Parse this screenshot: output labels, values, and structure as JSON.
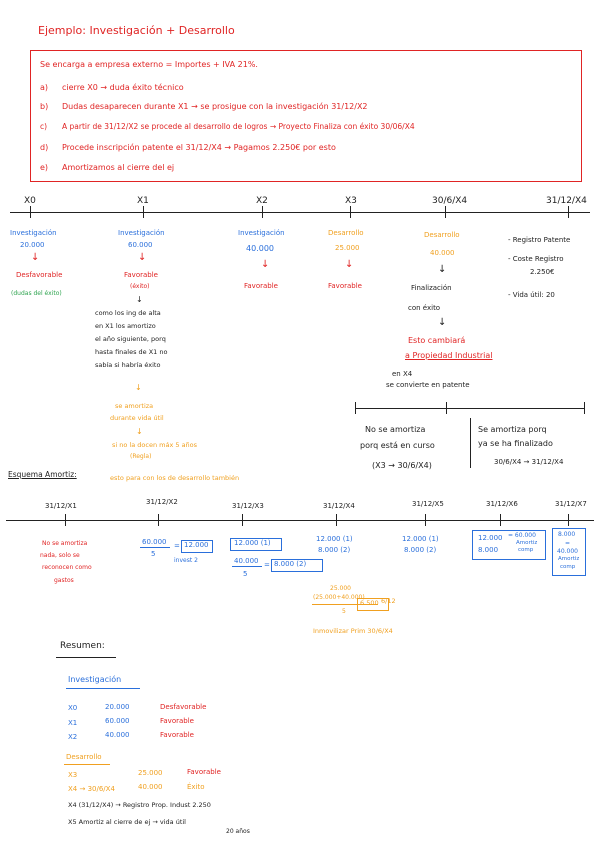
{
  "title": "Ejemplo: Investigación + Desarrollo",
  "intro": {
    "header": "Se encarga a empresa externo = Importes + IVA 21%.",
    "items": [
      {
        "label": "a)",
        "text": "cierre X0 → duda éxito técnico"
      },
      {
        "label": "b)",
        "text": "Dudas desaparecen durante X1 → se prosigue con la investigación 31/12/X2"
      },
      {
        "label": "c)",
        "text": "A partir de 31/12/X2 se procede al desarrollo de logros → Proyecto Finaliza con éxito 30/06/X4"
      },
      {
        "label": "d)",
        "text": "Procede inscripción patente el 31/12/X4 → Pagamos 2.250€ por esto"
      },
      {
        "label": "e)",
        "text": "Amortizamos al cierre del ej"
      }
    ]
  },
  "timeline1": {
    "ticks": [
      "X0",
      "X1",
      "X2",
      "X3",
      "30/6/X4",
      "31/12/X4"
    ],
    "col_x0": {
      "title": "Investigación",
      "amount": "20.000",
      "status": "Desfavorable",
      "note": "(dudas del éxito)"
    },
    "col_x1": {
      "title": "Investigación",
      "amount": "60.000",
      "status": "Favorable",
      "status_note": "(éxito)",
      "explain": [
        "como los ing de alta",
        "en X1 los amortizo",
        "el año siguiente, porq",
        "hasta finales de X1 no",
        "sabía si habría éxito"
      ],
      "orange1": [
        "se amortiza",
        "durante vida útil"
      ],
      "orange2": [
        "si no la docen máx 5 años",
        "(Regla)"
      ],
      "orange3": "esto para con los de desarrollo también"
    },
    "col_x2": {
      "title": "Investigación",
      "amount": "40.000",
      "status": "Favorable"
    },
    "col_x3": {
      "title": "Desarrollo",
      "amount": "25.000",
      "status": "Favorable"
    },
    "col_x4": {
      "title": "Desarrollo",
      "amount": "40.000",
      "lines": [
        "Finalización",
        "con éxito"
      ],
      "red": [
        "Esto cambiará",
        "a Propiedad Industrial"
      ],
      "dark": [
        "en X4",
        "se convierte en patente"
      ]
    },
    "col_end": {
      "l1": "- Registro Patente",
      "l2": "- Coste Registro",
      "l3": "2.250€",
      "l4": "- Vida útil: 20"
    },
    "boxes": {
      "left": [
        "No se amortiza",
        "porq está en curso",
        "(X3 → 30/6/X4)"
      ],
      "right": [
        "Se amortiza porq",
        "ya se ha finalizado",
        "30/6/X4 → 31/12/X4"
      ]
    }
  },
  "section2_label": "Esquema Amortiz:",
  "timeline2": {
    "ticks": [
      "31/12/X1",
      "31/12/X2",
      "31/12/X3",
      "31/12/X4",
      "31/12/X5",
      "31/12/X6",
      "31/12/X7"
    ],
    "x1_note": [
      "No se amortiza",
      "nada, solo se",
      "reconocen como",
      "gastos"
    ],
    "x2": {
      "num": "60.000",
      "den": "5",
      "result": "12.000",
      "sub": "invest 2"
    },
    "x3": {
      "a": "12.000 (1)",
      "num": "40.000",
      "den": "5",
      "result": "8.000 (2)"
    },
    "x4": {
      "a": "12.000 (1)",
      "b": "8.000 (2)"
    },
    "x5": {
      "a": "12.000 (1)",
      "b": "8.000 (2)"
    },
    "x6": {
      "a": "12.000",
      "b": "8.000",
      "eq": "= 60.000",
      "eq2": "Amortiz",
      "eq3": "comp"
    },
    "x7": {
      "a": "8.000",
      "b": "=",
      "c": "40.000",
      "d": "Amortiz",
      "e": "comp"
    },
    "orange": {
      "top": "25.000",
      "expr": "(25.000+40.000)",
      "den": "5",
      "frac": "6/12",
      "result": "6.500",
      "note": "Inmovilizar Prim 30/6/X4"
    }
  },
  "summary": {
    "title": "Resumen:",
    "invest_title": "Investigación",
    "invest_rows": [
      {
        "year": "X0",
        "amount": "20.000",
        "status": "Desfavorable"
      },
      {
        "year": "X1",
        "amount": "60.000",
        "status": "Favorable"
      },
      {
        "year": "X2",
        "amount": "40.000",
        "status": "Favorable"
      }
    ],
    "dev_title": "Desarrollo",
    "dev_rows": [
      {
        "year": "X3",
        "amount": "25.000",
        "status": "Favorable"
      },
      {
        "year": "X4 → 30/6/X4",
        "amount": "40.000",
        "status": "Éxito"
      }
    ],
    "final1": "X4 (31/12/X4) → Registro Prop. Indust 2.250",
    "final2_a": "X5  Amortiz al cierre de ej → vida útil",
    "final2_b": "20 años"
  }
}
